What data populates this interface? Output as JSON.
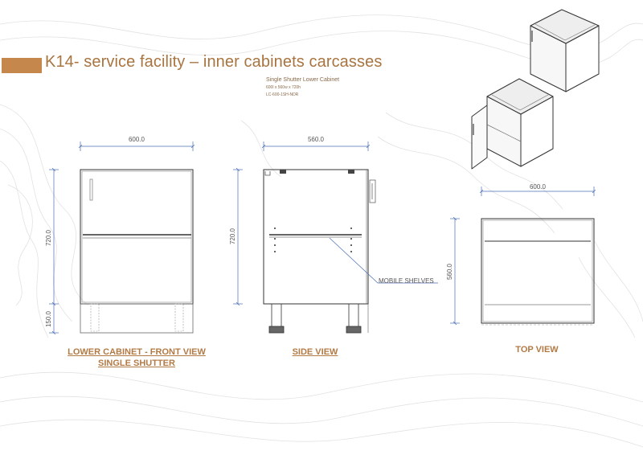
{
  "title": "K14- service facility – inner cabinets carcasses",
  "subtitle": {
    "name": "Single Shutter Lower Cabinet",
    "size": "600l x 560w x 720h",
    "code": "LC-600-1SH-NDR"
  },
  "dimensions": {
    "front_width": "600.0",
    "front_height": "720.0",
    "front_plinth": "150.0",
    "side_depth": "560.0",
    "side_height": "720.0",
    "top_width": "600.0",
    "top_depth": "560.0"
  },
  "callouts": {
    "mobile_shelves": "MOBILE SHELVES"
  },
  "labels": {
    "front_line1": "LOWER CABINET - FRONT VIEW",
    "front_line2": "SINGLE SHUTTER",
    "side": "SIDE VIEW",
    "top": "TOP VIEW"
  },
  "colors": {
    "accent": "#c5874c",
    "title_text": "#a87440",
    "dimension_line": "#4a6fb5",
    "drawing_line": "#333333",
    "leader_line": "#4a6fb5"
  }
}
